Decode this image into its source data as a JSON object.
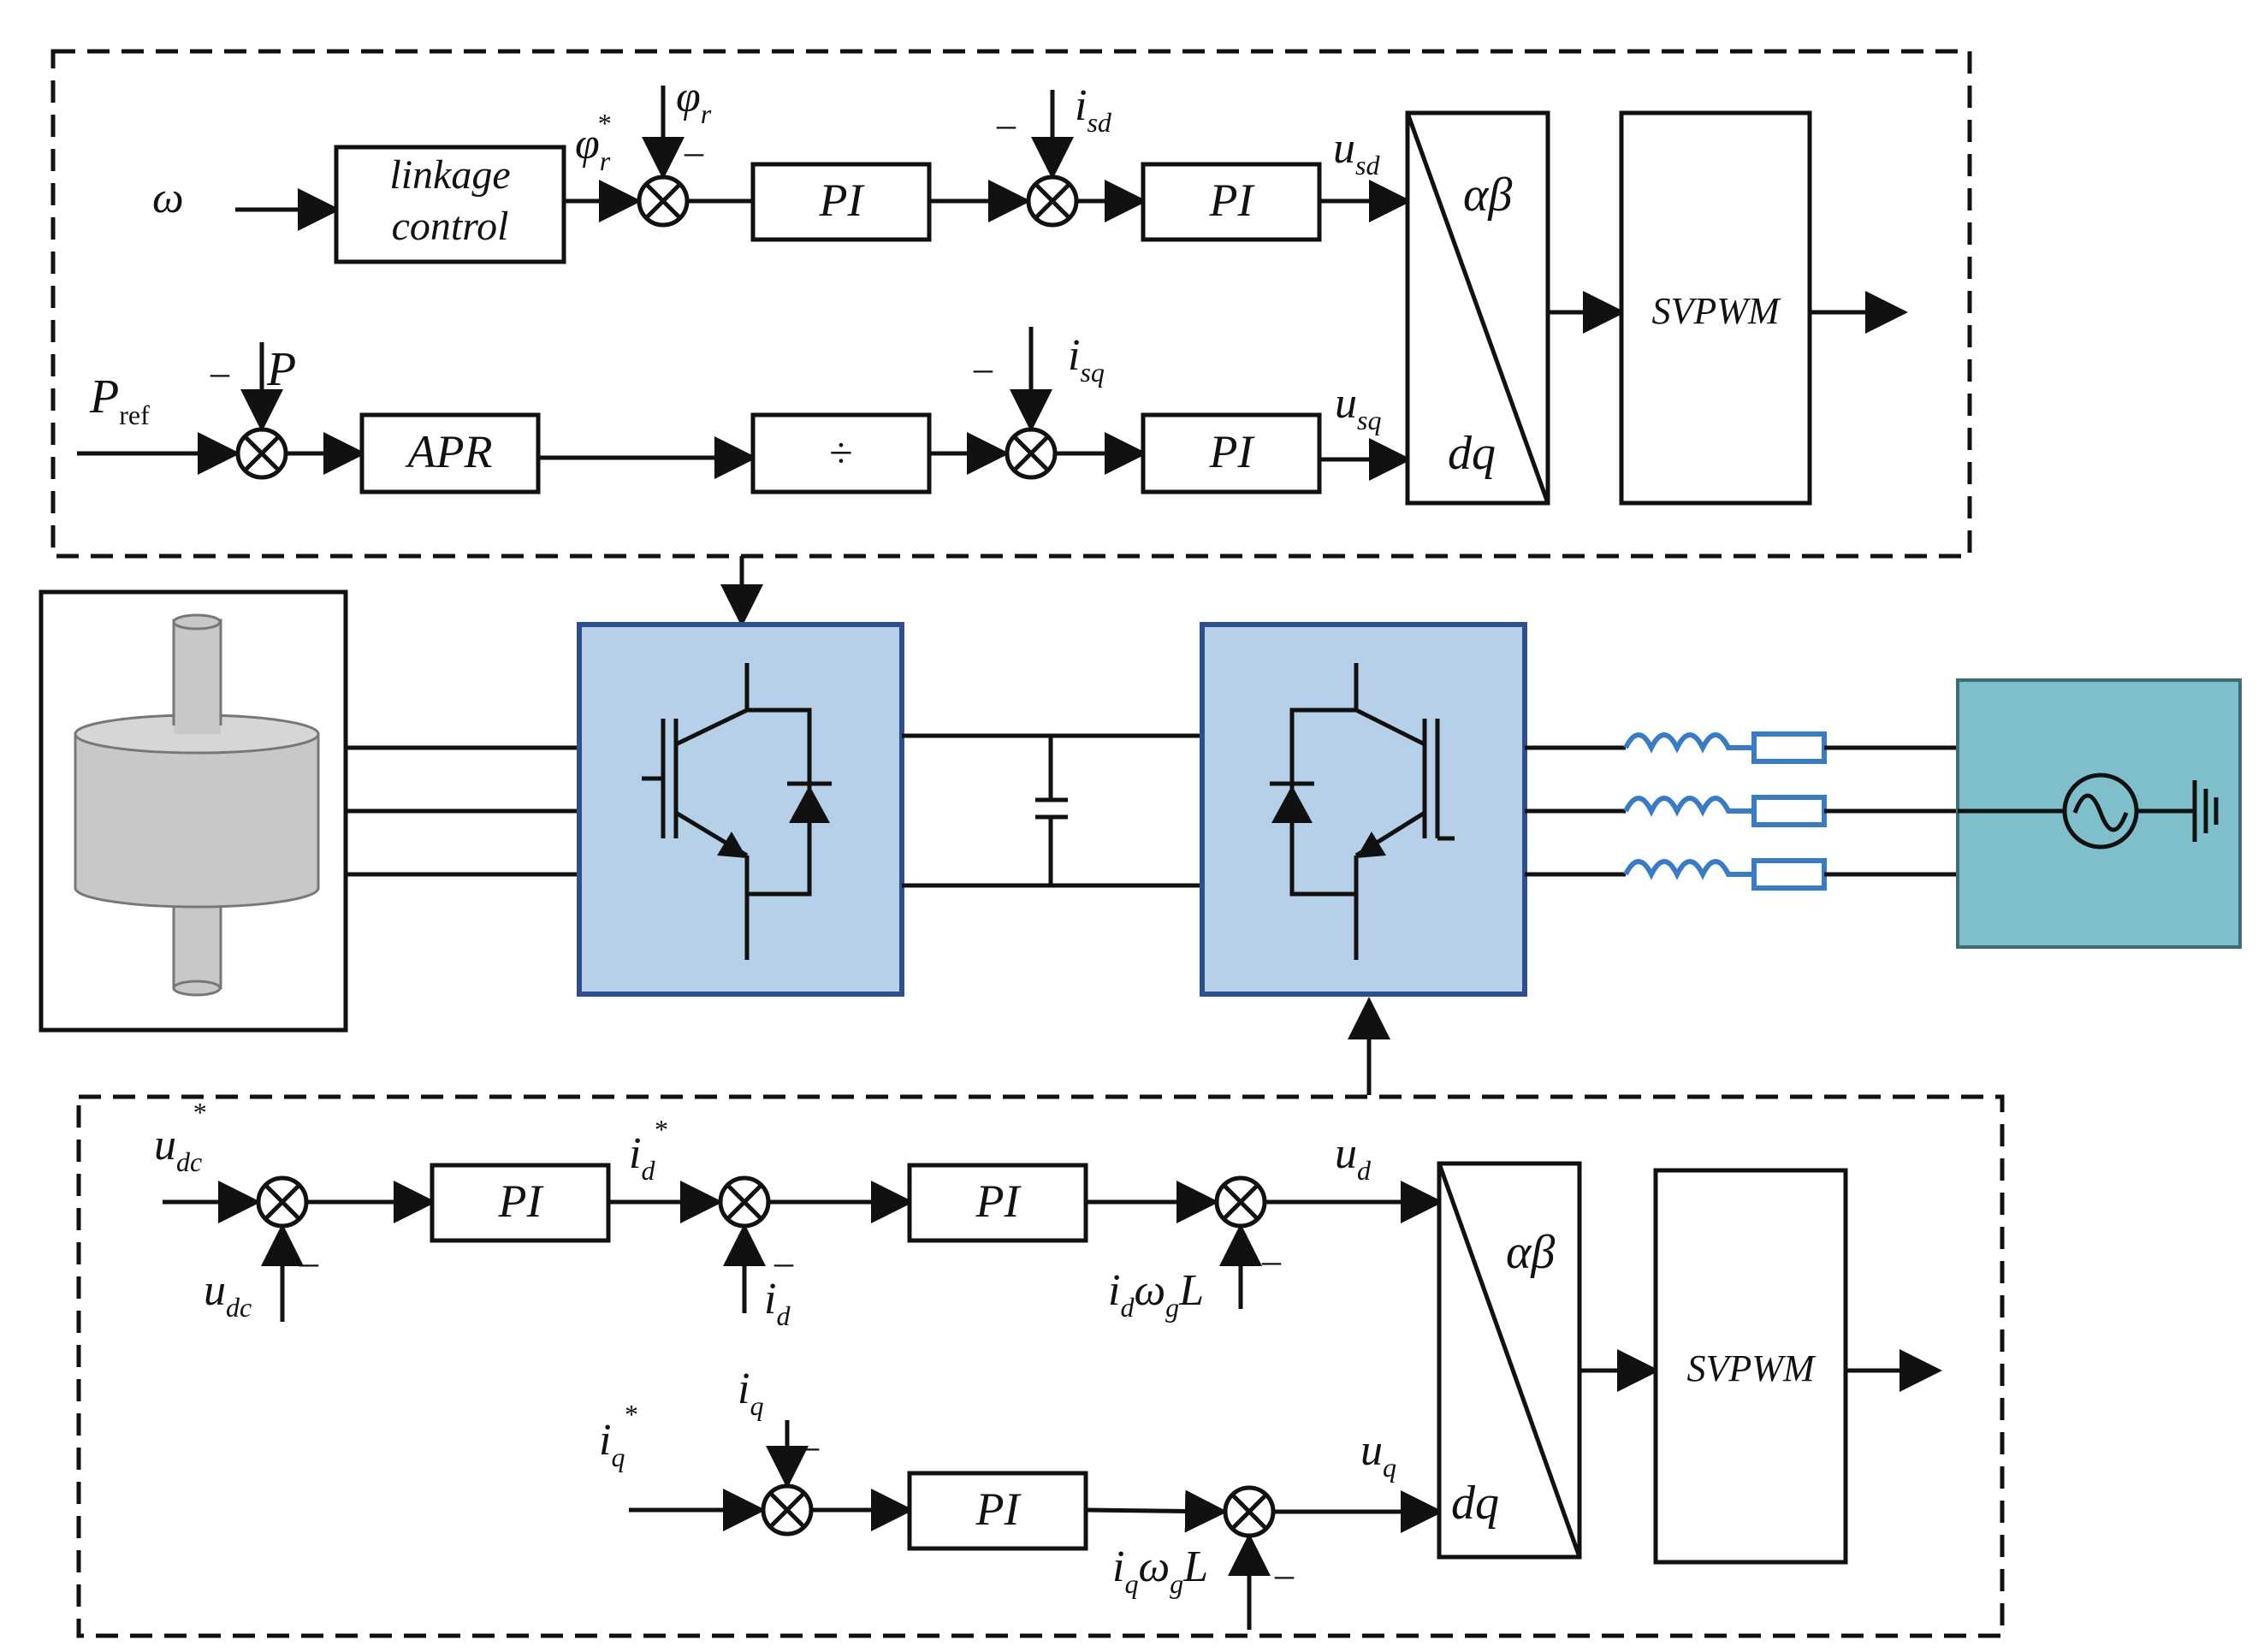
{
  "colors": {
    "converter_fill": "#b5d0e8",
    "converter_border": "#2e4f8c",
    "grid_fill": "#7fbfcc",
    "filter_color": "#3a7cc4",
    "machine_fill": "#c8c8c8"
  },
  "top_controller": {
    "omega": "ω",
    "linkage_line1": "linkage",
    "linkage_line2": "control",
    "phi_ref": "φ",
    "phi_ref_sub": "r",
    "phi_ref_sup": "*",
    "phi_fb": "φ",
    "phi_fb_sub": "r",
    "minus": "–",
    "pi": "PI",
    "isd": "i",
    "isd_sub": "sd",
    "usd": "u",
    "usd_sub": "sd",
    "p_ref": "P",
    "p_ref_sub": "ref",
    "p_fb": "P",
    "apr": "APR",
    "divide": "÷",
    "isq": "i",
    "isq_sub": "sq",
    "usq": "u",
    "usq_sub": "sq",
    "ab": "αβ",
    "dq": "dq",
    "svpwm": "SVPWM"
  },
  "bottom_controller": {
    "udc_ref": "u",
    "udc_ref_sub": "dc",
    "udc_ref_sup": "*",
    "udc_fb": "u",
    "udc_fb_sub": "dc",
    "minus": "–",
    "pi": "PI",
    "id_ref": "i",
    "id_ref_sub": "d",
    "id_ref_sup": "*",
    "id_fb": "i",
    "id_fb_sub": "d",
    "idwl": "i",
    "idwl_sub1": "d",
    "idwl_omega": "ω",
    "idwl_sub2": "g",
    "idwl_L": "L",
    "ud": "u",
    "ud_sub": "d",
    "iq_ref": "i",
    "iq_ref_sub": "q",
    "iq_ref_sup": "*",
    "iq_fb": "i",
    "iq_fb_sub": "q",
    "iqwl": "i",
    "iqwl_sub1": "q",
    "iqwl_omega": "ω",
    "iqwl_sub2": "g",
    "iqwl_L": "L",
    "uq": "u",
    "uq_sub": "q",
    "ab": "αβ",
    "dq": "dq",
    "svpwm": "SVPWM"
  }
}
